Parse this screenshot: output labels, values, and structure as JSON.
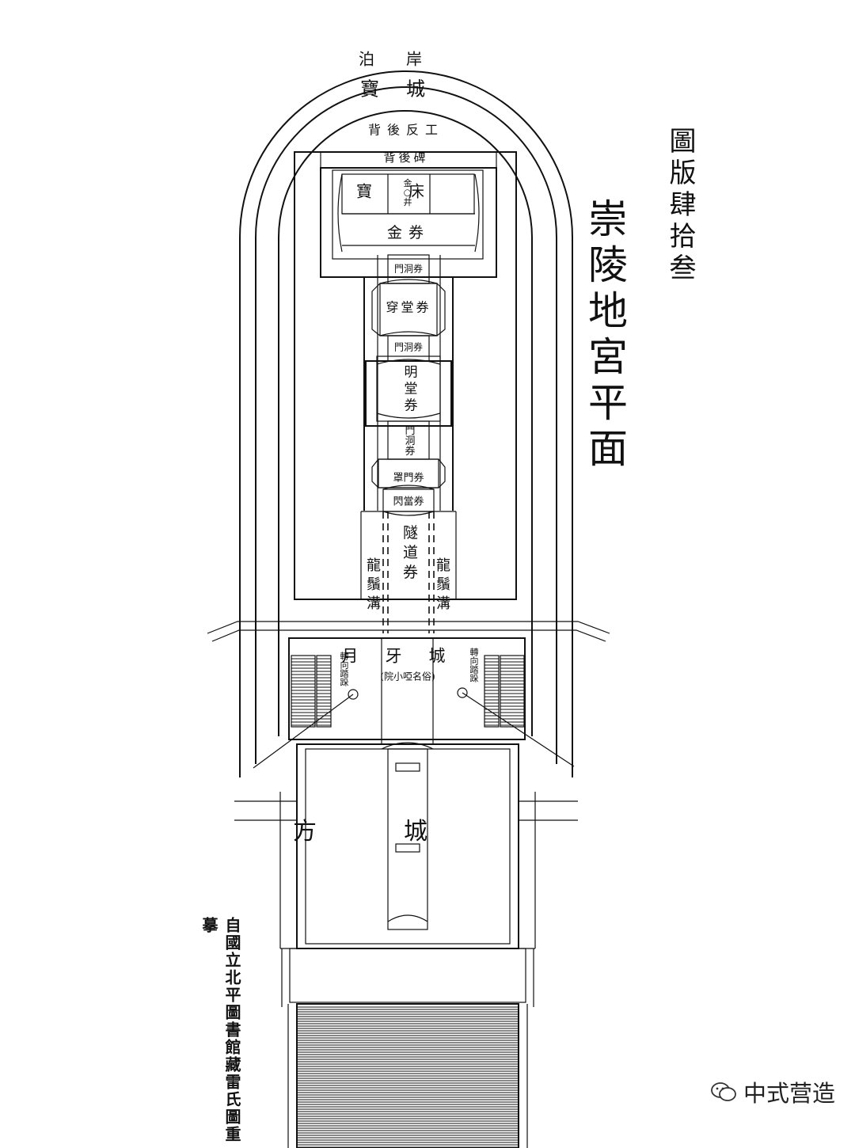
{
  "plate_label": "圖版肆拾叁",
  "title": "崇陵地宮平面",
  "source_note": "自國立北平圖書館藏雷氏圖重摹",
  "watermark": "中式营造",
  "labels": {
    "bo_an": "泊岸",
    "bao_cheng": "寶城",
    "bei_hou_fen_gong": "背後反工",
    "bei_hou_bei": "背後碑",
    "bao_chuang": "寶床",
    "jin_jing": "金○井",
    "jin_quan": "金券",
    "men_dong_quan_1": "門洞券",
    "chuan_tang_quan": "穿堂券",
    "men_dong_quan_2": "門洞券",
    "ming_tang_quan": "明堂券",
    "men_dong_quan_3": "門洞券",
    "zhao_men_quan": "罩門券",
    "shan_men_quan": "閃當券",
    "sui_dao_quan": "隧道券",
    "long_xu_gou_left": "龍鬚溝",
    "long_xu_gou_right": "龍鬚溝",
    "yue_ya_cheng": "月牙城",
    "yue_ya_note": "(院小啞名俗)",
    "zhuan_xiang_ta_duo_left": "轉向踏跺",
    "zhuan_xiang_ta_duo_right": "轉向踏跺",
    "fang_cheng": "方城"
  }
}
